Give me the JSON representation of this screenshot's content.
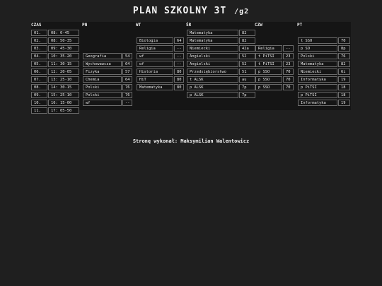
{
  "title": {
    "main": "PLAN SZKOLNY 3T",
    "sub": "/g2"
  },
  "days": [
    "CZAS",
    "PN",
    "WT",
    "ŚR",
    "CZW",
    "PT"
  ],
  "periods": [
    {
      "num": "01.",
      "time": "08: 0-45"
    },
    {
      "num": "02.",
      "time": "08: 50-35"
    },
    {
      "num": "03.",
      "time": "09: 45-30"
    },
    {
      "num": "04.",
      "time": "10: 35-20"
    },
    {
      "num": "05.",
      "time": "11: 30-15"
    },
    {
      "num": "06.",
      "time": "12: 20-05"
    },
    {
      "num": "07.",
      "time": "13: 25-10"
    },
    {
      "num": "08.",
      "time": "14: 30-15"
    },
    {
      "num": "09.",
      "time": "15: 25-10"
    },
    {
      "num": "10.",
      "time": "16: 15-00"
    },
    {
      "num": "11.",
      "time": "17: 05-50"
    }
  ],
  "monday": [
    null,
    null,
    null,
    {
      "subject": "Geografia",
      "room": "54"
    },
    {
      "subject": "Wychowawcza",
      "room": "64"
    },
    {
      "subject": "Fizyka",
      "room": "57"
    },
    {
      "subject": "Chemia",
      "room": "64"
    },
    {
      "subject": "Polski",
      "room": "76"
    },
    {
      "subject": "Polski",
      "room": "76"
    },
    {
      "subject": "wf",
      "room": "--"
    },
    null
  ],
  "tuesday": [
    null,
    {
      "subject": "Biologia",
      "room": "64"
    },
    {
      "subject": "Religia",
      "room": "--"
    },
    {
      "subject": "wf",
      "room": "--"
    },
    {
      "subject": "wf",
      "room": "--"
    },
    {
      "subject": "Historia",
      "room": "80"
    },
    {
      "subject": "HiT",
      "room": "80"
    },
    {
      "subject": "Matematyka",
      "room": "80"
    },
    null,
    null,
    null
  ],
  "wednesday": [
    {
      "subject": "Matematyka",
      "room": "82"
    },
    {
      "subject": "Matematyka",
      "room": "82"
    },
    {
      "subject": "Niemiecki",
      "room": "42a"
    },
    {
      "subject": "Angielski",
      "room": "52"
    },
    {
      "subject": "Angielski",
      "room": "52"
    },
    {
      "subject": "Przedsiębiorstwo",
      "room": "51"
    },
    {
      "subject": "t ALSK",
      "room": "au"
    },
    {
      "subject": "p ALSK",
      "room": "7p"
    },
    {
      "subject": "p ALSK",
      "room": "7p"
    },
    null,
    null
  ],
  "thursday": [
    null,
    null,
    {
      "subject": "Religia",
      "room": "--"
    },
    {
      "subject": "t PiTSI",
      "room": "23"
    },
    {
      "subject": "t PiTSI",
      "room": "23"
    },
    {
      "subject": "p SSO",
      "room": "70"
    },
    {
      "subject": "p SSO",
      "room": "70"
    },
    {
      "subject": "p SSO",
      "room": "70"
    },
    null,
    null,
    null
  ],
  "friday": [
    null,
    {
      "subject": "t SSO",
      "room": "70"
    },
    {
      "subject": "p SO",
      "room": "8p"
    },
    {
      "subject": "Polski",
      "room": "76"
    },
    {
      "subject": "Matematyka",
      "room": "82"
    },
    {
      "subject": "Niemiecki",
      "room": "6i"
    },
    {
      "subject": "Informatyka",
      "room": "19"
    },
    {
      "subject": "p PiTSI",
      "room": "18"
    },
    {
      "subject": "p PiTSI",
      "room": "18"
    },
    {
      "subject": "Informatyka",
      "room": "19"
    },
    null
  ],
  "footer": "Stronę wykonał: Maksymilian Walentowicz"
}
